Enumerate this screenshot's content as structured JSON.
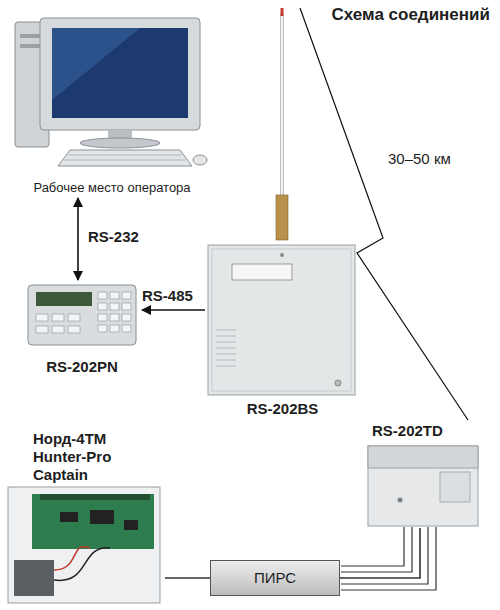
{
  "diagram": {
    "title": "Схема соединений",
    "nodes": [
      {
        "text": [
          "Рабочее место оператора"
        ]
      },
      {
        "text": [
          "RS-202PN"
        ]
      },
      {
        "text": [
          "RS-202BS"
        ]
      },
      {
        "text": [
          "RS-202TD"
        ]
      },
      {
        "text": [
          "Норд-4ТМ Hunter-Pro Captain"
        ]
      },
      {
        "text": [
          "ПИРС"
        ]
      }
    ],
    "edges": [
      {
        "from": 0,
        "to": 1,
        "label": "RS-232",
        "arrow": "both"
      },
      {
        "from": 2,
        "to": 1,
        "label": "RS-485",
        "arrow": "to"
      },
      {
        "from": 2,
        "to": 3,
        "label": "30–50 км",
        "arrow": "none"
      },
      {
        "from": 4,
        "to": 5,
        "arrow": "none"
      },
      {
        "from": 5,
        "to": 3,
        "arrow": "none"
      }
    ]
  }
}
